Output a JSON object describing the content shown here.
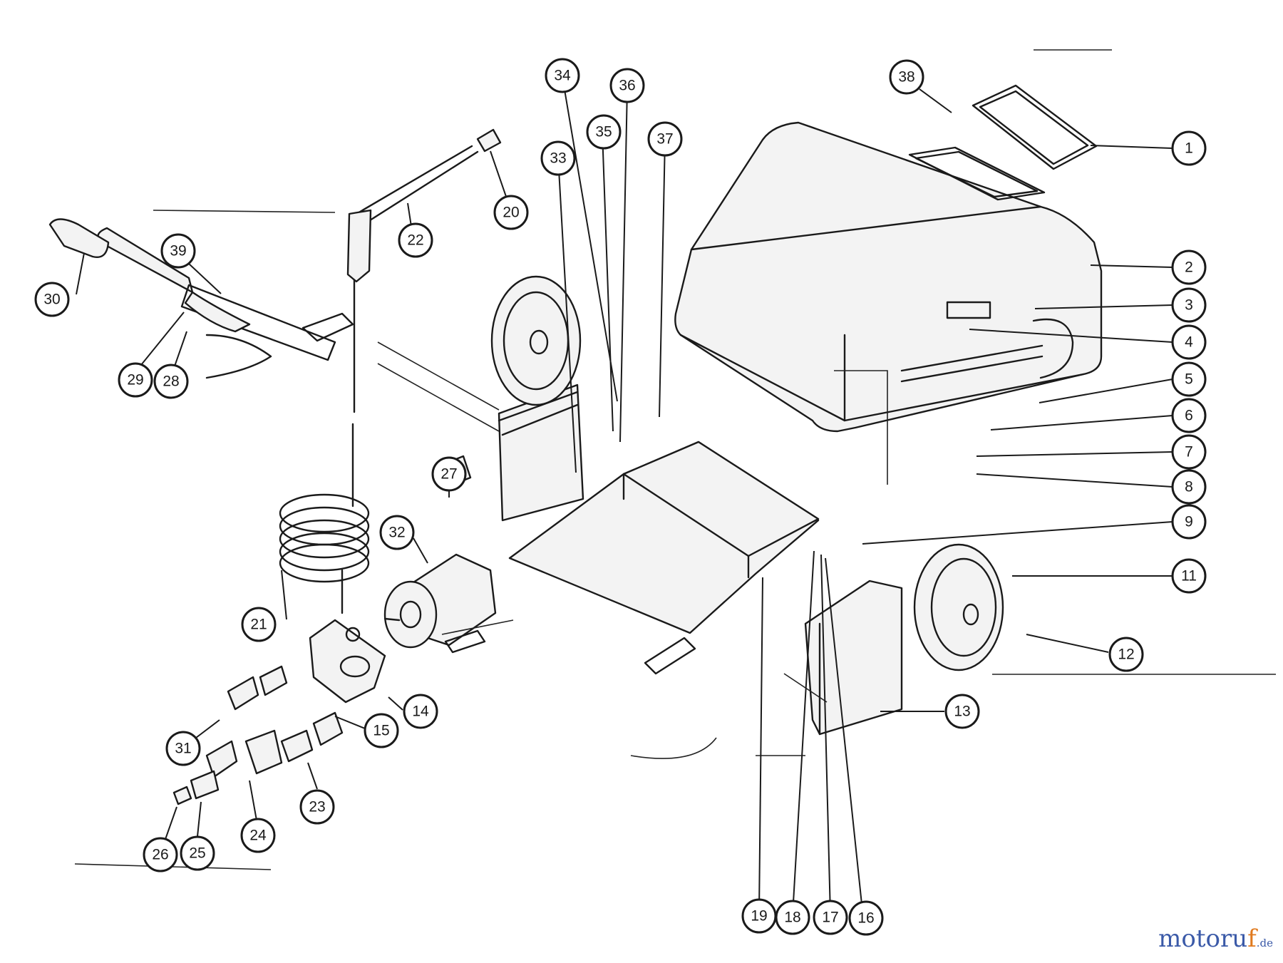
{
  "watermark": {
    "main": "motoru",
    "accent": "f",
    "suffix": ".de",
    "colors": {
      "main": "#3b5aa8",
      "accent": "#e07a1f"
    }
  },
  "callouts": [
    "1",
    "2",
    "3",
    "4",
    "5",
    "6",
    "7",
    "8",
    "9",
    "11",
    "12",
    "13",
    "14",
    "15",
    "16",
    "17",
    "18",
    "19",
    "20",
    "21",
    "22",
    "23",
    "24",
    "25",
    "26",
    "27",
    "28",
    "29",
    "30",
    "31",
    "32",
    "33",
    "34",
    "35",
    "36",
    "37",
    "38",
    "39"
  ]
}
